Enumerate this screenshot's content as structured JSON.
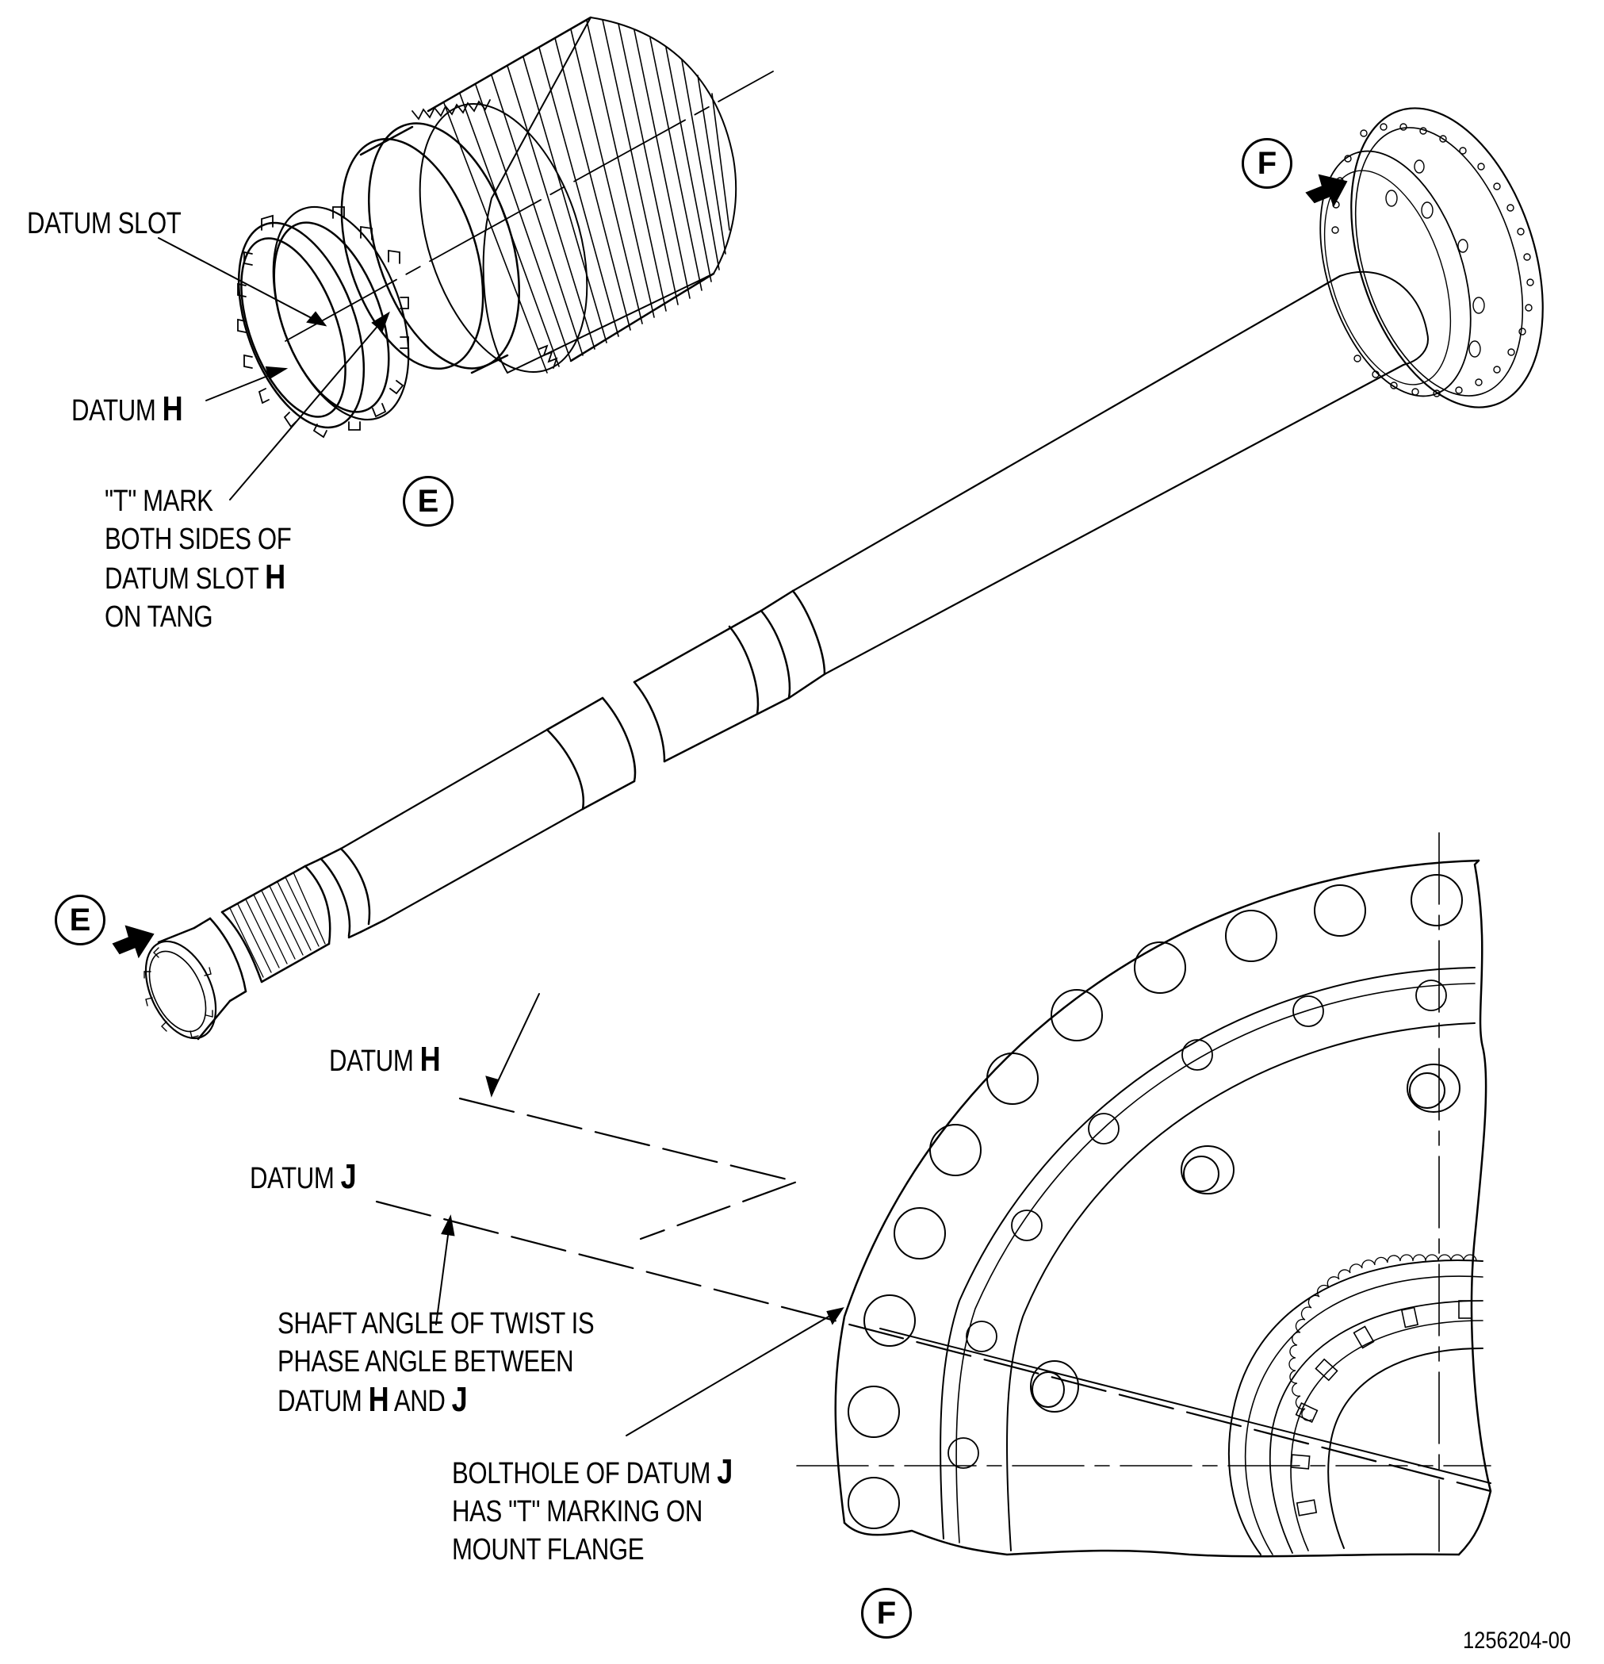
{
  "labels": {
    "datum_slot": "DATUM SLOT",
    "datum_h_top_prefix": "DATUM ",
    "datum_h_top_letter": "H",
    "t_mark_line1": "\"T\" MARK",
    "t_mark_line2": "BOTH SIDES OF",
    "t_mark_line3_prefix": "DATUM SLOT ",
    "t_mark_line3_letter": "H",
    "t_mark_line4": "ON TANG",
    "datum_h_mid_prefix": "DATUM ",
    "datum_h_mid_letter": "H",
    "datum_j_prefix": "DATUM ",
    "datum_j_letter": "J",
    "twist_line1": "SHAFT ANGLE OF TWIST IS",
    "twist_line2": "PHASE ANGLE BETWEEN",
    "twist_line3_prefix": "DATUM ",
    "twist_line3_h": "H",
    "twist_line3_and": " AND ",
    "twist_line3_j": "J",
    "bolthole_line1_prefix": "BOLTHOLE OF DATUM ",
    "bolthole_line1_letter": "J",
    "bolthole_line2": "HAS \"T\" MARKING ON",
    "bolthole_line3": "MOUNT FLANGE"
  },
  "callouts": {
    "e_detail": "E",
    "f_view_arrow": "F",
    "e_view_arrow": "E",
    "f_detail": "F"
  },
  "figure_number": "1256204-00"
}
